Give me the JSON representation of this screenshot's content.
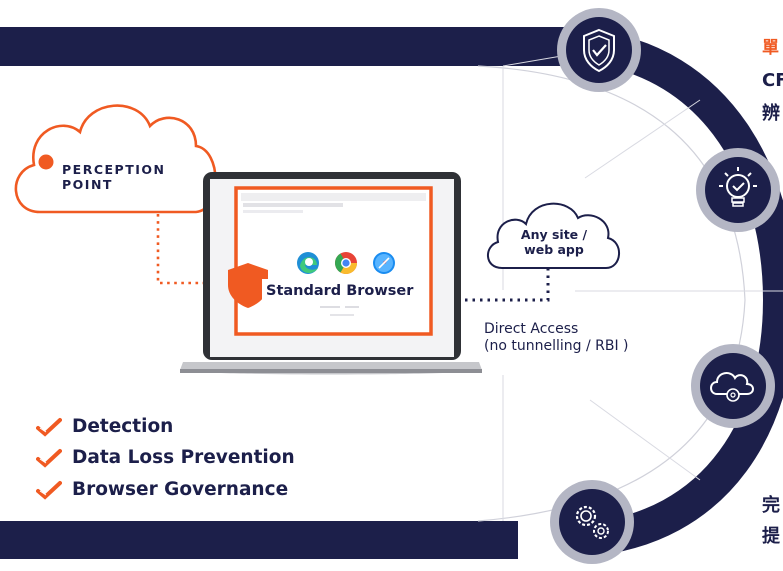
{
  "perception_point": {
    "line1": "PERCEPTION",
    "line2": "POINT"
  },
  "browser": {
    "label": "Standard Browser"
  },
  "site_cloud": {
    "line1": "Any site /",
    "line2": "web app"
  },
  "access": {
    "line1": "Direct Access",
    "line2": "(no tunnelling / RBI )"
  },
  "features": [
    "Detection",
    "Data Loss Prevention",
    "Browser Governance"
  ],
  "right_text": {
    "top_title": "單",
    "top_line1": "CF",
    "top_line2": "辨",
    "bottom_line1": "完",
    "bottom_line2": "提"
  },
  "colors": {
    "navy": "#1c1f4a",
    "orange": "#f05a22",
    "ring_gray": "#b4b6c4",
    "divider": "#d9dae2"
  },
  "icons": [
    "shield-check-icon",
    "lightbulb-check-icon",
    "cloud-gear-icon",
    "gears-icon"
  ]
}
